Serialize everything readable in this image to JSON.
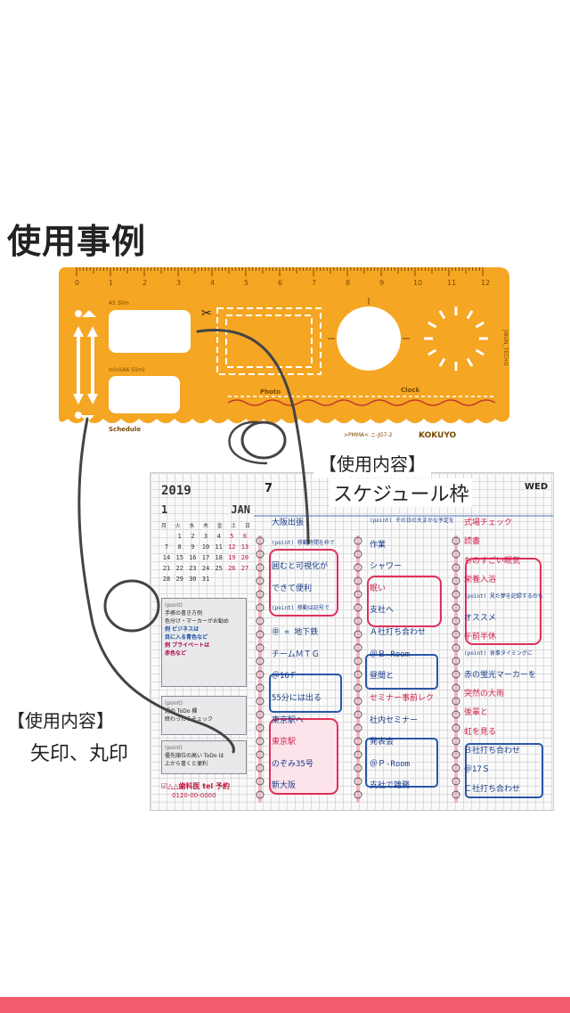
{
  "page": {
    "title": "使用事例",
    "accent": "#f25a6e",
    "ruler_color": "#f5a623"
  },
  "ruler": {
    "ticks": [
      "0",
      "1",
      "2",
      "3",
      "4",
      "5",
      "6",
      "7",
      "8",
      "9",
      "10",
      "11",
      "12"
    ],
    "a5": "A5 Slim",
    "mini": "mini(A6 Slim)",
    "schedule": "Schedule",
    "photo": "Photo",
    "clock": "Clock",
    "side": "JIBUN_TECHO",
    "code": ">PMMA< ニ-JG7-2",
    "brand": "KOKUYO"
  },
  "planner": {
    "year": "2019",
    "month_num": "1",
    "month_name": "JAN",
    "dow": [
      "月",
      "火",
      "水",
      "木",
      "金",
      "土",
      "日"
    ],
    "days": [
      [
        "",
        "1",
        "2",
        "3",
        "4",
        "5",
        "6"
      ],
      [
        "7",
        "8",
        "9",
        "10",
        "11",
        "12",
        "13"
      ],
      [
        "14",
        "15",
        "16",
        "17",
        "18",
        "19",
        "20"
      ],
      [
        "21",
        "22",
        "23",
        "24",
        "25",
        "26",
        "27"
      ],
      [
        "28",
        "29",
        "30",
        "31",
        "",
        "",
        ""
      ]
    ],
    "point1": {
      "hd": "(point)",
      "l1": "手帳の書き方例",
      "l2": "色分け・マーカーがお勧め",
      "l3": "例 ビジネスは",
      "l4": "目に入る青色など",
      "l5": "例 プライベートは",
      "l6": "赤色など"
    },
    "point2": {
      "hd": "(point)",
      "l1": "週の ToDo 欄",
      "l2": "終わったらチェック"
    },
    "point3": {
      "hd": "(point)",
      "l1": "優先順位の高い ToDo は",
      "l2": "上から書くと便利"
    },
    "todo1": "△△歯科医 tel 予約",
    "todo1b": "0120-00-0000",
    "week_num": "7",
    "weekday": "WED",
    "col1": [
      "大阪出張",
      "(point) 移動時間を枠で",
      "囲むと可視化が",
      "できて便利",
      "(point) 移動は記号で",
      "㊥ = 地下鉄",
      "チームＭＴＧ",
      "＠16Ｆ",
      "55分には出る",
      "東京駅へ",
      "東京駅",
      "のぞみ35号",
      "新大阪"
    ],
    "col2": [
      "(point) その日の大まかな予定を",
      "作業",
      "シャワー",
      "眠い",
      "支社へ",
      "Ａ社打ち合わせ",
      "＠Ｂ-Room",
      "昼間と",
      "セミナー事前レク",
      "社内セミナー",
      "発表会",
      "＠Ｐ-Room",
      "支社で雑務"
    ],
    "col3": [
      "式場チェック",
      "読書",
      "ものすごい眠気",
      "栄養入浴",
      "(point) 見た夢を記録するのも",
      "オススメ",
      "午前半休",
      "(point) 食事タイミングに",
      "赤の蛍光マーカーを",
      "突然の大雨",
      "後輩と",
      "虹を見る",
      "Ｂ社打ち合わせ",
      "＠17Ｓ",
      "Ｃ社打ち合わせ"
    ]
  },
  "labels": {
    "usage1": "【使用内容】",
    "usage1_value": "スケジュール枠",
    "usage2": "【使用内容】",
    "usage2_value": "矢印、丸印"
  }
}
